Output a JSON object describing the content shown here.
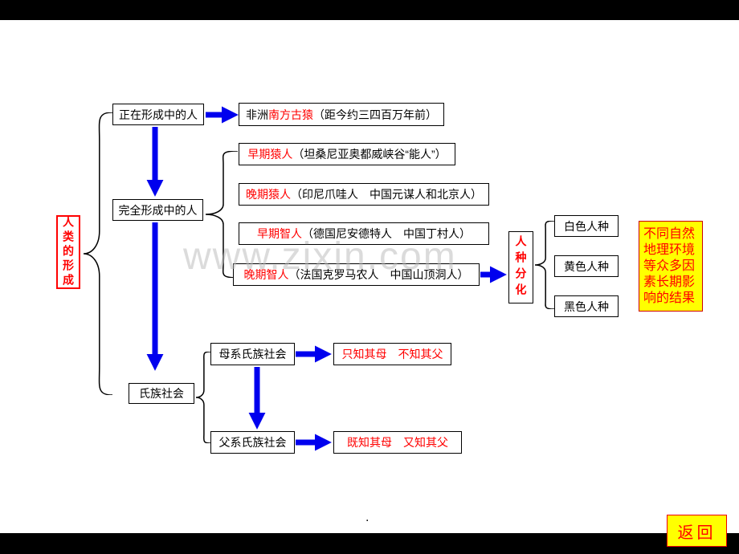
{
  "watermark": "www.zixin.com",
  "footer_dot": ".",
  "return_button": "返回",
  "tree": {
    "root": "人类的形成",
    "forming": "正在形成中的人",
    "australo": {
      "black1": "非洲",
      "red": "南方古猿",
      "black2": "（距今约三四百万年前）"
    },
    "fully_formed": "完全形成中的人",
    "stages": [
      {
        "name": "早期猿人",
        "detail": "（坦桑尼亚奥都威峡谷“能人”）"
      },
      {
        "name": "晚期猿人",
        "detail": "（印尼爪哇人　中国元谋人和北京人）"
      },
      {
        "name": "早期智人",
        "detail": "（德国尼安德特人　中国丁村人）"
      },
      {
        "name": "晚期智人",
        "detail": "（法国克罗马农人　中国山顶洞人）"
      }
    ],
    "race_divergence": "人种分化",
    "races": [
      "白色人种",
      "黄色人种",
      "黑色人种"
    ],
    "race_cause": "不同自然地理环境等众多因素长期影响的结果",
    "clan_society": "氏族社会",
    "matriarchal": "母系氏族社会",
    "matriarchal_note": "只知其母　不知其父",
    "patriarchal": "父系氏族社会",
    "patriarchal_note": "既知其母　又知其父"
  },
  "colors": {
    "arrow": "#0000EE",
    "highlight": "#FF0000",
    "note_bg": "#FFFF00"
  }
}
